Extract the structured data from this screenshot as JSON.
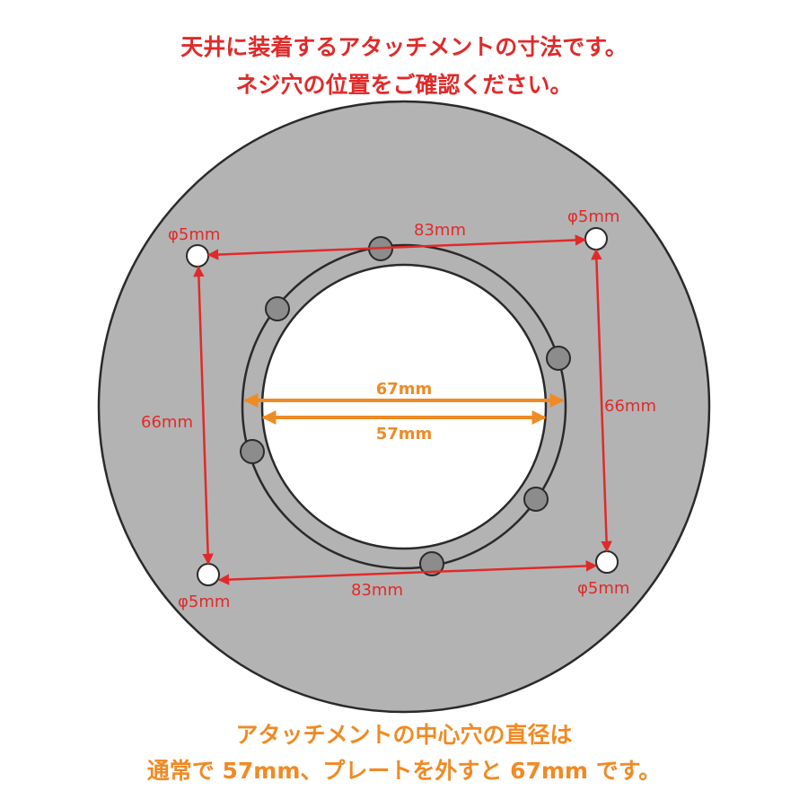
{
  "header": {
    "line1": "天井に装着するアタッチメントの寸法です。",
    "line2": "ネジ穴の位置をご確認ください。"
  },
  "dimensions": {
    "hole_tl": "φ5mm",
    "hole_tr": "φ5mm",
    "hole_bl": "φ5mm",
    "hole_br": "φ5mm",
    "top_width": "83mm",
    "bottom_width": "83mm",
    "left_height": "66mm",
    "right_height": "66mm",
    "plate_removed_diameter": "67mm",
    "normal_diameter": "57mm"
  },
  "footer": {
    "line1": "アタッチメントの中心穴の直径は",
    "line2": "通常で 57mm、プレートを外すと 67mm です。"
  },
  "colors": {
    "red": "#e02a2a",
    "orange": "#f08a24",
    "disc": "#b3b3b3",
    "screw": "#8c8c8c"
  }
}
